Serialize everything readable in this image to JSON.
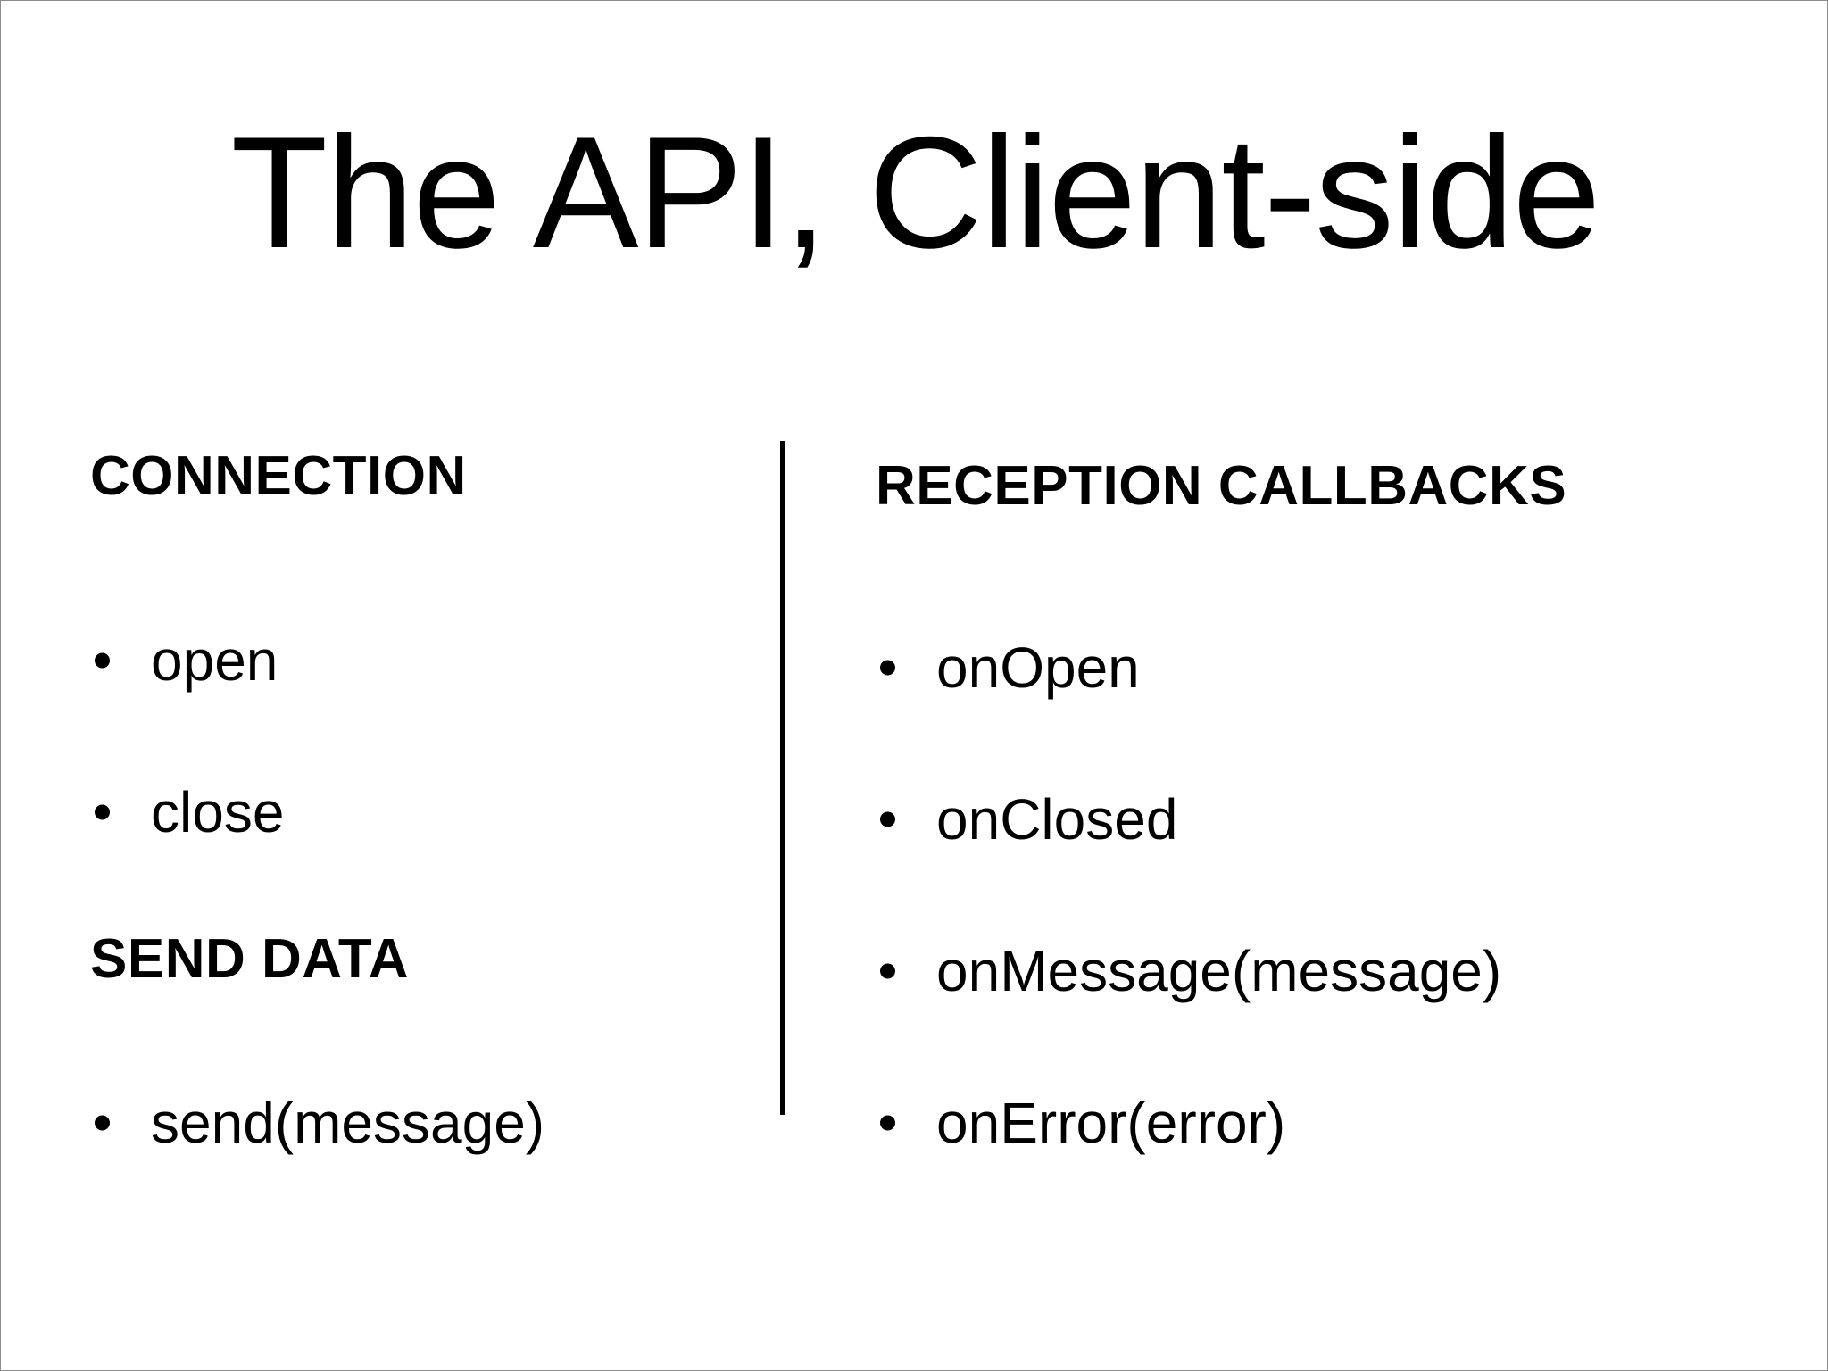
{
  "slide": {
    "title": "The API, Client-side",
    "background_color": "#ffffff",
    "text_color": "#000000",
    "border_color": "#8c8c8c",
    "divider_color": "#000000"
  },
  "columns": {
    "left": {
      "sections": [
        {
          "heading": "CONNECTION",
          "items": [
            {
              "label": "open"
            },
            {
              "label": "close"
            }
          ]
        },
        {
          "heading": "SEND DATA",
          "items": [
            {
              "label": "send(message)"
            }
          ]
        }
      ]
    },
    "right": {
      "sections": [
        {
          "heading": "RECEPTION CALLBACKS",
          "items": [
            {
              "label": "onOpen"
            },
            {
              "label": "onClosed"
            },
            {
              "label": "onMessage(message)"
            },
            {
              "label": "onError(error)"
            }
          ]
        }
      ]
    }
  }
}
